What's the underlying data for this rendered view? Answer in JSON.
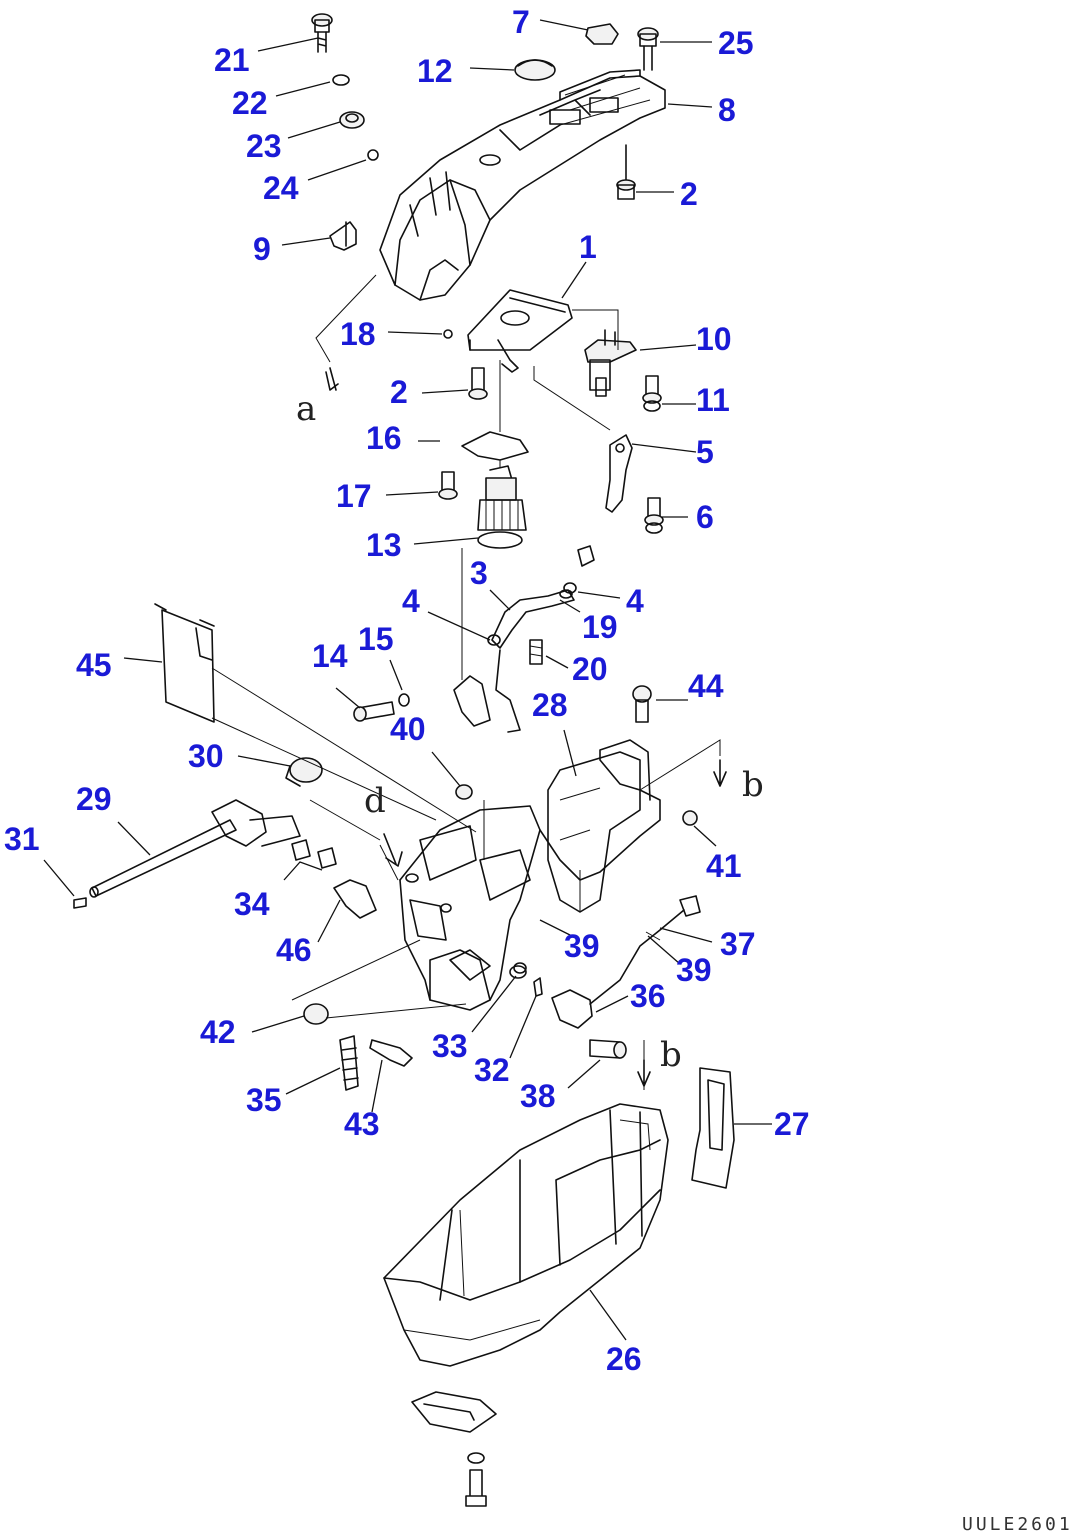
{
  "callouts": [
    "21",
    "22",
    "23",
    "24",
    "9",
    "7",
    "12",
    "25",
    "8",
    "2",
    "1",
    "18",
    "2",
    "10",
    "11",
    "16",
    "5",
    "17",
    "6",
    "13",
    "3",
    "4",
    "4",
    "19",
    "20",
    "14",
    "15",
    "40",
    "28",
    "44",
    "45",
    "30",
    "29",
    "31",
    "34",
    "46",
    "41",
    "37",
    "39",
    "39",
    "36",
    "42",
    "33",
    "32",
    "38",
    "35",
    "43",
    "27",
    "26"
  ],
  "view_letters": [
    "a",
    "b",
    "d",
    "b"
  ],
  "drawing_code": "UULE2601"
}
